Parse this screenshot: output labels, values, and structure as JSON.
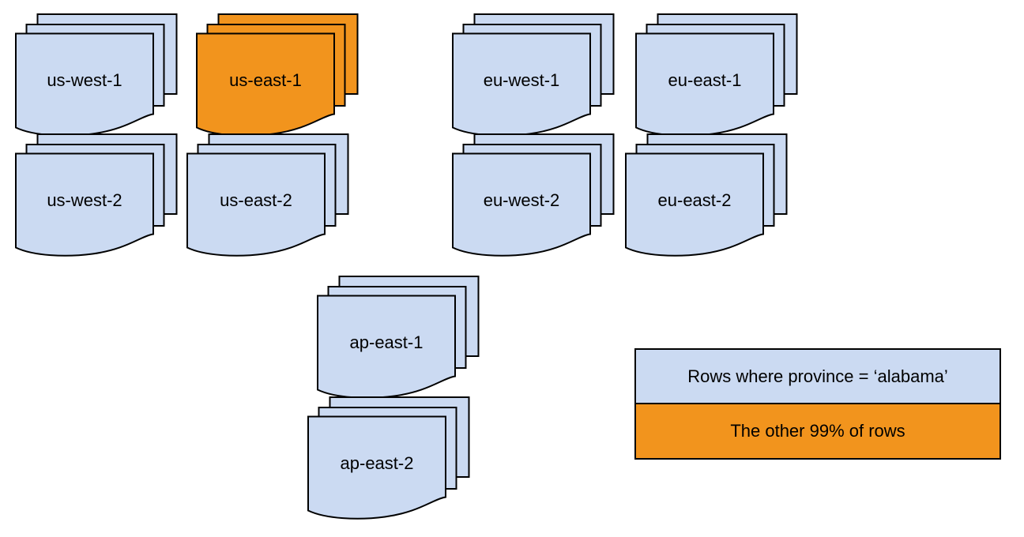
{
  "diagram": {
    "regions": [
      {
        "label": "us-west-1",
        "variant": "normal"
      },
      {
        "label": "us-east-1",
        "variant": "highlighted"
      },
      {
        "label": "eu-west-1",
        "variant": "normal"
      },
      {
        "label": "eu-east-1",
        "variant": "normal"
      },
      {
        "label": "us-west-2",
        "variant": "normal"
      },
      {
        "label": "us-east-2",
        "variant": "normal"
      },
      {
        "label": "eu-west-2",
        "variant": "normal"
      },
      {
        "label": "eu-east-2",
        "variant": "normal"
      },
      {
        "label": "ap-east-1",
        "variant": "normal"
      },
      {
        "label": "ap-east-2",
        "variant": "normal"
      }
    ],
    "legend": {
      "items": [
        {
          "label": "Rows where province = ‘alabama’",
          "variant": "normal"
        },
        {
          "label": "The other 99% of rows",
          "variant": "highlighted"
        }
      ]
    },
    "colors": {
      "region_fill": "#CBDAF2",
      "highlight_fill": "#F2941D",
      "outline": "#000000",
      "background": "#FFFFFF",
      "text": "#000000"
    }
  }
}
